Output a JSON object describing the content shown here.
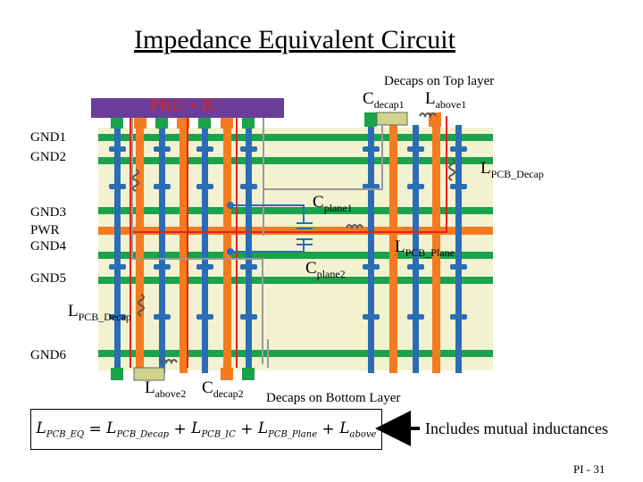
{
  "title": "Impedance Equivalent Circuit",
  "pkg_label": "PKG + IC",
  "layers": {
    "gnd1": "GND1",
    "gnd2": "GND2",
    "gnd3": "GND3",
    "pwr": "PWR",
    "gnd4": "GND4",
    "gnd5": "GND5",
    "gnd6": "GND6"
  },
  "top_decaps_caption": "Decaps on Top layer",
  "bottom_decaps_caption": "Decaps on Bottom Layer",
  "components": {
    "cdecap1": {
      "main": "C",
      "sub": "decap1"
    },
    "labove1": {
      "main": "L",
      "sub": "above1"
    },
    "lpcb_decap_right": {
      "main": "L",
      "sub": "PCB_Decap"
    },
    "cplane1": {
      "main": "C",
      "sub": "plane1"
    },
    "lpcb_plane": {
      "main": "L",
      "sub": "PCB_Plane"
    },
    "cplane2": {
      "main": "C",
      "sub": "plane2"
    },
    "lpcb_decap_left": {
      "main": "L",
      "sub": "PCB_Decap"
    },
    "labove2": {
      "main": "L",
      "sub": "above2"
    },
    "cdecap2": {
      "main": "C",
      "sub": "decap2"
    }
  },
  "formula": {
    "lhs": {
      "main": "L",
      "sub": "PCB_EQ"
    },
    "terms": [
      {
        "main": "L",
        "sub": "PCB_Decap"
      },
      {
        "main": "L",
        "sub": "PCB_IC"
      },
      {
        "main": "L",
        "sub": "PCB_Plane"
      },
      {
        "main": "L",
        "sub": "above"
      }
    ],
    "equals": "=",
    "plus": "+"
  },
  "mutual_note": "Includes mutual inductances",
  "slide_number": "PI - 31",
  "colors": {
    "board": "#f2f2d0",
    "gnd_plane": "#1aa34a",
    "pwr_plane": "#f47b20",
    "via_orange": "#f47b20",
    "via_blue": "#2a6db5",
    "package": "#6a3d9a",
    "current_path": "#e8201a",
    "grey_path": "#999999",
    "arrow": "#000000"
  }
}
